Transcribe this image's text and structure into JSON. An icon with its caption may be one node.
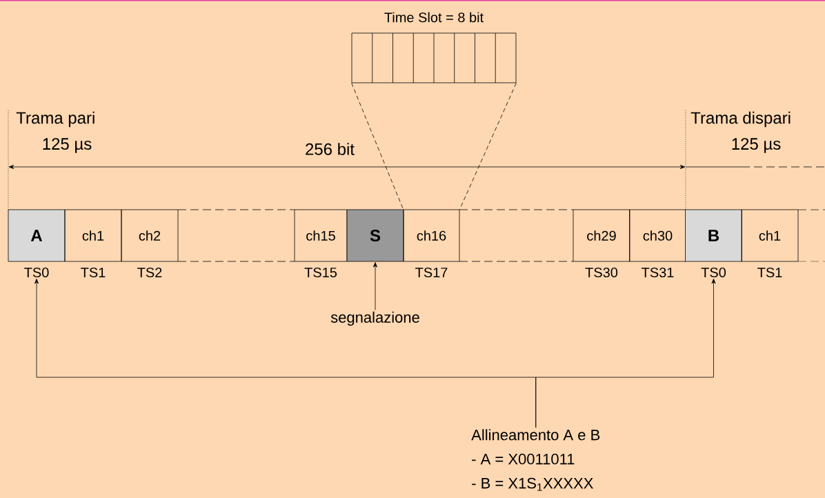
{
  "diagram": {
    "nodes": [
      {
        "text": [
          "A"
        ],
        "beside": [
          "TS0"
        ]
      },
      {
        "text": [
          "ch1"
        ],
        "beside": [
          "TS1"
        ]
      },
      {
        "text": [
          "ch2"
        ],
        "beside": [
          "TS2"
        ]
      },
      {
        "text": [
          "ch15"
        ],
        "beside": [
          "TS15"
        ]
      },
      {
        "text": [
          "S"
        ]
      },
      {
        "text": [
          "ch16"
        ],
        "beside": [
          "TS17"
        ]
      },
      {
        "text": [
          "ch29"
        ],
        "beside": [
          "TS30"
        ]
      },
      {
        "text": [
          "ch30"
        ],
        "beside": [
          "TS31"
        ]
      },
      {
        "text": [
          "B"
        ],
        "beside": [
          "TS0"
        ]
      },
      {
        "text": [
          "ch1"
        ],
        "beside": [
          "TS1"
        ]
      },
      {
        "text": [
          "Time Slot = 8 bit"
        ]
      },
      {
        "text": [
          "segnalazione"
        ]
      },
      {
        "text": [
          "Allineamento A e B",
          "- A = X0011011",
          "- B = X1S$_{1}$XXXXX"
        ]
      }
    ],
    "edges": [
      {
        "from": 11,
        "to": 4,
        "arrow": "to"
      },
      {
        "from": 12,
        "to": 0,
        "arrow": "to"
      },
      {
        "from": 12,
        "to": 8,
        "arrow": "to"
      },
      {
        "from": 10,
        "to": 5,
        "arrow": "none",
        "style": "dashed"
      },
      {
        "from": 10,
        "to": 5,
        "arrow": "none",
        "style": "dashed"
      }
    ],
    "labels": [
      "Trama pari",
      "125 µs",
      "256 bit",
      "Trama dispari",
      "125 µs"
    ]
  }
}
